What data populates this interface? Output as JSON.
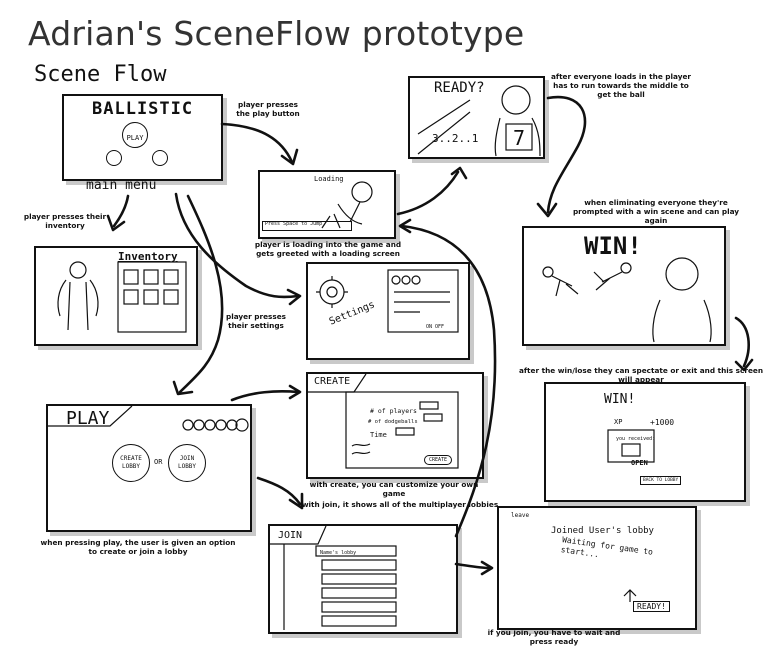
{
  "title": "Adrian's SceneFlow prototype",
  "subtitle": "Scene Flow",
  "screens": {
    "main_menu": {
      "logo": "BALLISTIC",
      "play": "PLAY",
      "label": "main menu"
    },
    "loading": {
      "loading_text": "Loading",
      "bar_text": "Press Space to Jump"
    },
    "ready": {
      "heading": "READY?",
      "countdown": "3..2..1",
      "number": "7"
    },
    "win": {
      "heading": "WIN!"
    },
    "inventory": {
      "heading": "Inventory"
    },
    "settings": {
      "heading": "Settings",
      "toggle": "ON OFF"
    },
    "play": {
      "heading": "PLAY",
      "create": "CREATE LOBBY",
      "or": "OR",
      "join": "JOIN LOBBY"
    },
    "create": {
      "heading": "CREATE",
      "row1": "# of players",
      "row2": "# of dodgeballs",
      "row3": "Time",
      "button": "CREATE"
    },
    "join": {
      "heading": "JOIN",
      "row1": "Name's lobby"
    },
    "results": {
      "heading": "WIN!",
      "xp": "XP",
      "xp_value": "+1000",
      "received": "you received:",
      "open": "OPEN",
      "back": "BACK TO LOBBY"
    },
    "lobby": {
      "leave": "leave",
      "title": "Joined User's lobby",
      "waiting": "Waiting for game to start...",
      "ready": "READY!"
    }
  },
  "captions": {
    "play_button": "player presses the play button",
    "inventory": "player presses their inventory",
    "loading": "player is loading into the game and gets greeted with a loading screen",
    "settings": "player presses their settings",
    "ready": "after everyone loads in the player has to run towards the middle to get the ball",
    "win": "when eliminating everyone they're prompted with a win scene and can play again",
    "results": "after the win/lose they can spectate or exit and this screen will appear",
    "create": "with create, you can customize your own game",
    "join": "with join, it shows all of the multiplayer lobbies",
    "play": "when pressing play, the user is given an option to create or join a lobby",
    "lobby": "if you join, you have to wait and press ready"
  }
}
